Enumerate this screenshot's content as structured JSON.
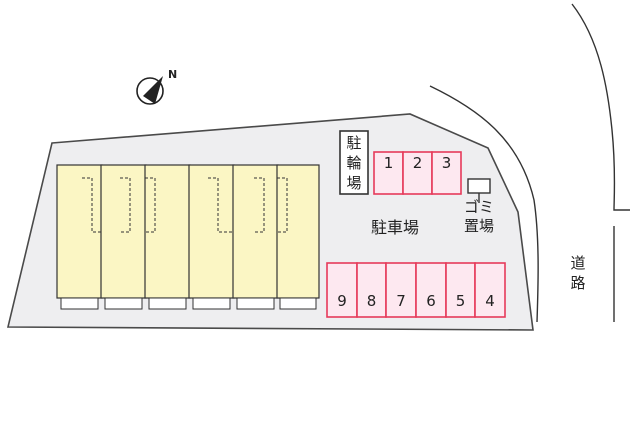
{
  "north_label": "N",
  "labels": {
    "bicycle_parking": [
      "駐",
      "輪",
      "場"
    ],
    "parking_lot": "駐車場",
    "garbage_area": [
      "ゴミ",
      "置場"
    ],
    "road": [
      "道",
      "路"
    ]
  },
  "parking_top": [
    "1",
    "2",
    "3"
  ],
  "parking_bottom": [
    "9",
    "8",
    "7",
    "6",
    "5",
    "4"
  ],
  "colors": {
    "lot": "#eeeef0",
    "building": "#fbf6c4",
    "parking_fill": "#fde8f0",
    "parking_stroke": "#e63a5a",
    "line": "#333333"
  }
}
